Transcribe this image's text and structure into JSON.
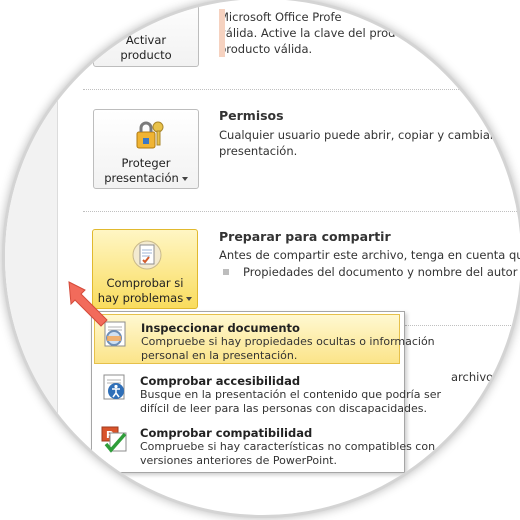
{
  "top_section": {
    "button_label": [
      "Activar",
      "producto"
    ],
    "desc_lines": [
      "Microsoft Office Profe",
      "válida. Active la clave del product",
      "producto válida."
    ]
  },
  "permisos": {
    "title": "Permisos",
    "desc_lines": [
      "Cualquier usuario puede abrir, copiar y cambiar cu",
      "presentación."
    ],
    "button_label": [
      "Proteger",
      "presentación"
    ]
  },
  "preparar": {
    "title": "Preparar para compartir",
    "desc": "Antes de compartir este archivo, tenga en cuenta que co",
    "bullet": "Propiedades del documento y nombre del autor",
    "button_label": [
      "Comprobar si",
      "hay problemas"
    ]
  },
  "dropdown": {
    "items": [
      {
        "title": "Inspeccionar documento",
        "desc_lines": [
          "Compruebe si hay propiedades ocultas o información",
          "personal en la presentación."
        ],
        "icon": "inspect-document-icon",
        "highlighted": true
      },
      {
        "title": "Comprobar accesibilidad",
        "desc_lines": [
          "Busque en la presentación el contenido que podría ser",
          "difícil de leer para las personas con discapacidades."
        ],
        "icon": "accessibility-icon",
        "highlighted": false
      },
      {
        "title": "Comprobar compatibilidad",
        "desc_lines": [
          "Compruebe si hay características no compatibles con",
          "versiones anteriores de PowerPoint."
        ],
        "icon": "compatibility-icon",
        "highlighted": false
      }
    ]
  },
  "behind_menu_fragment": "archivo",
  "colors": {
    "highlight": "#fbe489",
    "arrow": "#f26b5b",
    "accent_button": "#f9dc5e"
  }
}
